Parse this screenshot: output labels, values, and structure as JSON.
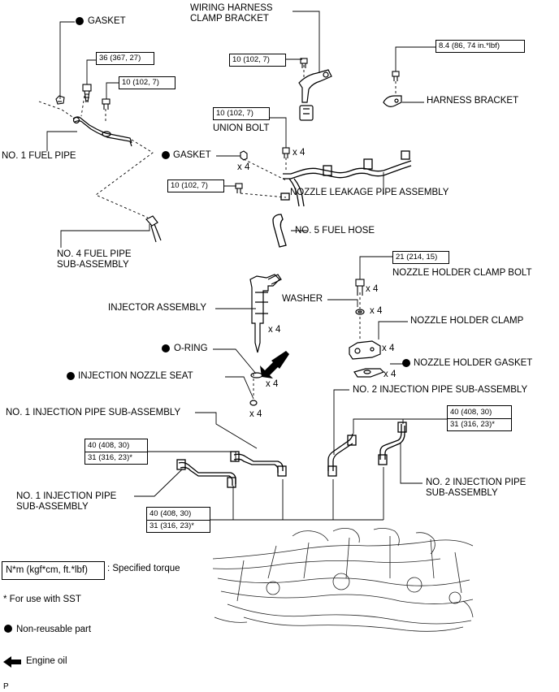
{
  "labels": {
    "gasket_top": "GASKET",
    "wiring_harness_bracket": "WIRING HARNESS\nCLAMP BRACKET",
    "no1_fuel_pipe": "NO. 1 FUEL PIPE",
    "gasket_mid": "GASKET",
    "union_bolt": "UNION BOLT",
    "harness_bracket": "HARNESS BRACKET",
    "nozzle_leakage_pipe": "NOZZLE LEAKAGE PIPE ASSEMBLY",
    "no5_fuel_hose": "NO. 5 FUEL HOSE",
    "no4_fuel_pipe": "NO. 4 FUEL PIPE\nSUB-ASSEMBLY",
    "nozzle_holder_clamp_bolt": "NOZZLE HOLDER CLAMP BOLT",
    "injector_assembly": "INJECTOR ASSEMBLY",
    "washer": "WASHER",
    "nozzle_holder_clamp": "NOZZLE HOLDER CLAMP",
    "o_ring": "O-RING",
    "nozzle_holder_gasket": "NOZZLE HOLDER GASKET",
    "injection_nozzle_seat": "INJECTION NOZZLE SEAT",
    "no2_injection_pipe_top": "NO. 2 INJECTION PIPE SUB-ASSEMBLY",
    "no1_injection_pipe_top": "NO. 1 INJECTION PIPE SUB-ASSEMBLY",
    "no1_injection_pipe_left": "NO. 1 INJECTION PIPE\nSUB-ASSEMBLY",
    "no2_injection_pipe_right": "NO. 2 INJECTION PIPE\nSUB-ASSEMBLY"
  },
  "quantities": {
    "union_bolt_qty": "x 4",
    "gasket_qty": "x 4",
    "clamp_bolt_qty": "x 4",
    "washer_qty": "x 4",
    "injector_qty": "x 4",
    "clamp_qty": "x 4",
    "o_ring_qty": "x 4",
    "holder_gasket_qty": "x 4",
    "nozzle_seat_qty": "x 4"
  },
  "torques": {
    "t36": "36 (367, 27)",
    "t10_fuelpipe": "10 (102, 7)",
    "t10_harness": "10 (102, 7)",
    "t84": "8.4 (86, 74 in.*lbf)",
    "t10_union": "10 (102, 7)",
    "t10_leak": "10 (102, 7)",
    "t21": "21 (214, 15)",
    "inj_left_a": "40 (408, 30)",
    "inj_left_b": "31 (316, 23)*",
    "inj_right_a": "40 (408, 30)",
    "inj_right_b": "31 (316, 23)*",
    "inj_bottom_a": "40 (408, 30)",
    "inj_bottom_b": "31 (316, 23)*"
  },
  "legend": {
    "torque_box": "N*m (kgf*cm, ft.*lbf)",
    "torque_desc": ": Specified torque",
    "sst_note": "* For use with SST",
    "nonreusable": "Non-reusable part",
    "engine_oil": "Engine oil",
    "page_marker": "P"
  }
}
